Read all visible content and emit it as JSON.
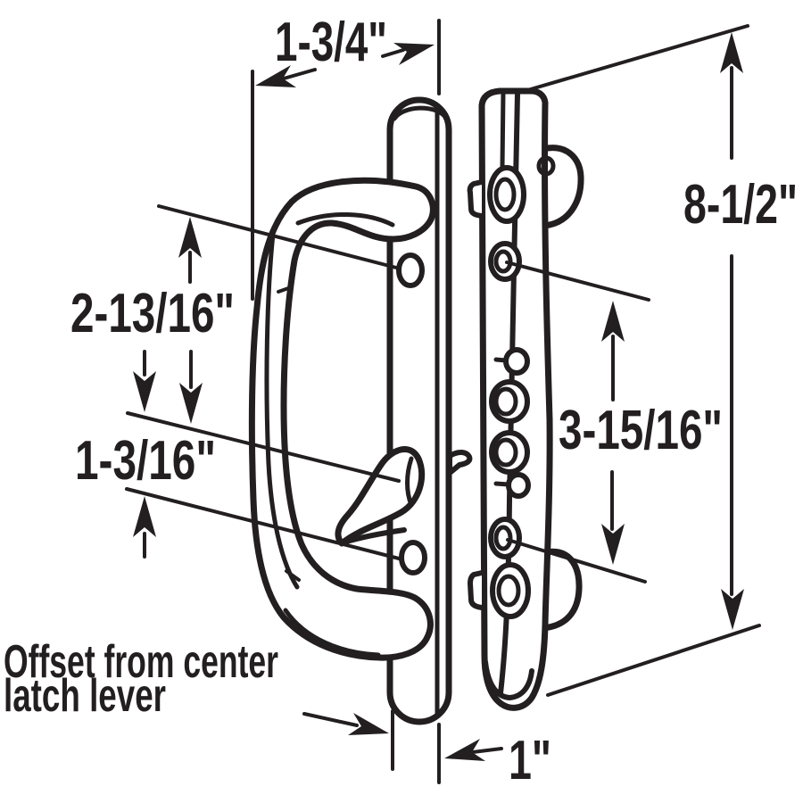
{
  "diagram": {
    "background_color": "#ffffff",
    "line_color": "#231f20",
    "dimensions": {
      "handle_width_top": "1-3/4\"",
      "overall_height": "8-1/2\"",
      "top_screw_to_lever": "2-13/16\"",
      "lever_to_bottom_screw": "1-3/16\"",
      "latch_hole_spacing": "3-15/16\"",
      "handle_width_bottom": "1\""
    },
    "caption": {
      "line1": "Offset from center",
      "line2": "latch lever"
    },
    "parts": {
      "left_piece": "door handle with pull grip and latch lever",
      "right_piece": "mortise latch bar with screw holes"
    }
  }
}
